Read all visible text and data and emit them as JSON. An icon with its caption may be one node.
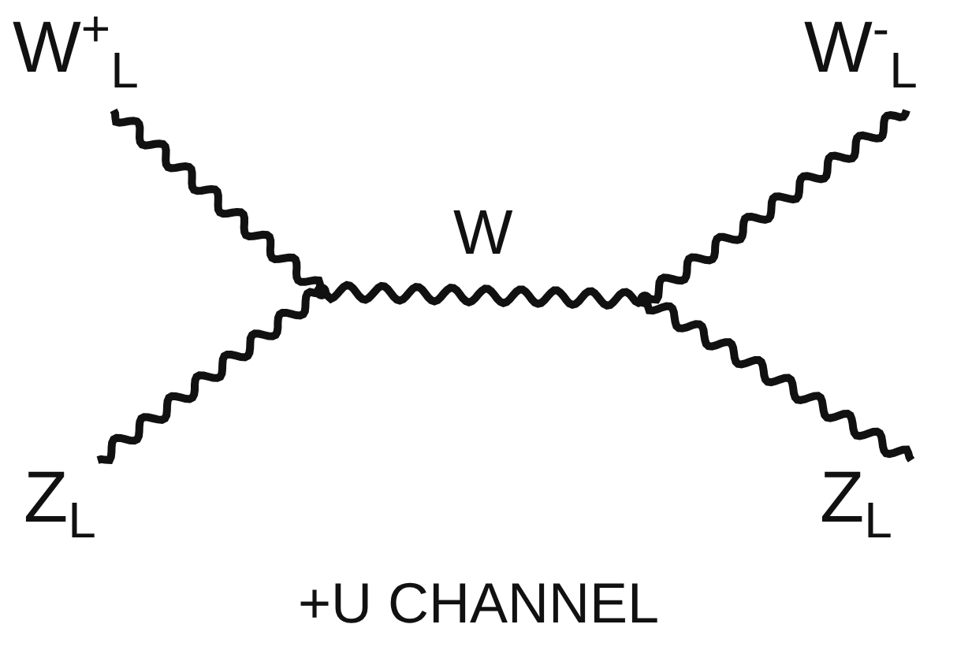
{
  "diagram": {
    "caption": "+U CHANNEL",
    "nodes": [
      {
        "text": [
          "W$^{+}$$_{L}$"
        ]
      },
      {
        "text": [
          "W$^{-}$$_{L}$"
        ]
      },
      {
        "text": [],
        "shape": "dot"
      },
      {
        "text": [],
        "shape": "dot"
      },
      {
        "text": [
          "Z$_{L}$"
        ]
      },
      {
        "text": [
          "Z$_{L}$"
        ]
      }
    ],
    "edges": [
      {
        "from": 0,
        "to": 2,
        "arrow": "none"
      },
      {
        "from": 4,
        "to": 2,
        "arrow": "none"
      },
      {
        "from": 2,
        "to": 3,
        "arrow": "none",
        "label": "W"
      },
      {
        "from": 3,
        "to": 1,
        "arrow": "none"
      },
      {
        "from": 3,
        "to": 5,
        "arrow": "none"
      }
    ]
  }
}
